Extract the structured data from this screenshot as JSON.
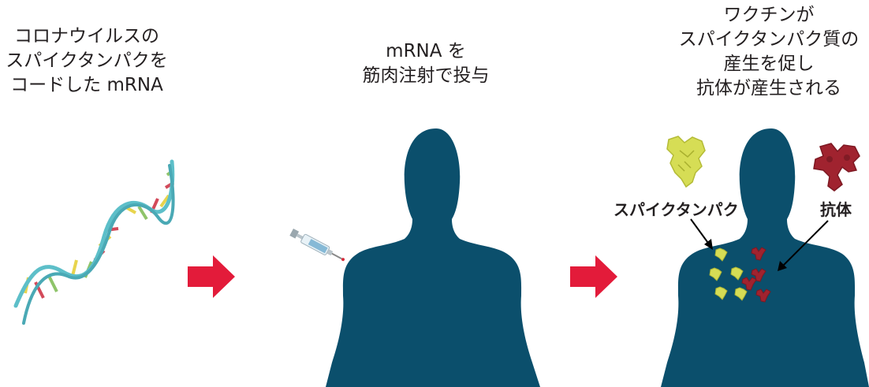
{
  "captions": {
    "mrna": [
      "コロナウイルスの",
      "スパイクタンパクを",
      "コードした mRNA"
    ],
    "injection": [
      "mRNA を",
      "筋肉注射で投与"
    ],
    "result": [
      "ワクチンが",
      "スパイクタンパク質の",
      "産生を促し",
      "抗体が産生される"
    ]
  },
  "labels": {
    "spike": "スパイクタンパク",
    "antibody": "抗体"
  },
  "colors": {
    "silhouette": "#0b4f6c",
    "arrow": "#e31b3a",
    "spike": "#d6dd55",
    "antibody": "#a0232f",
    "helix_backbone": "#5dbfc9"
  },
  "icons": [
    "dna-helix-icon",
    "syringe-icon",
    "human-silhouette-icon",
    "spike-protein-icon",
    "antibody-icon",
    "right-arrow-icon"
  ]
}
